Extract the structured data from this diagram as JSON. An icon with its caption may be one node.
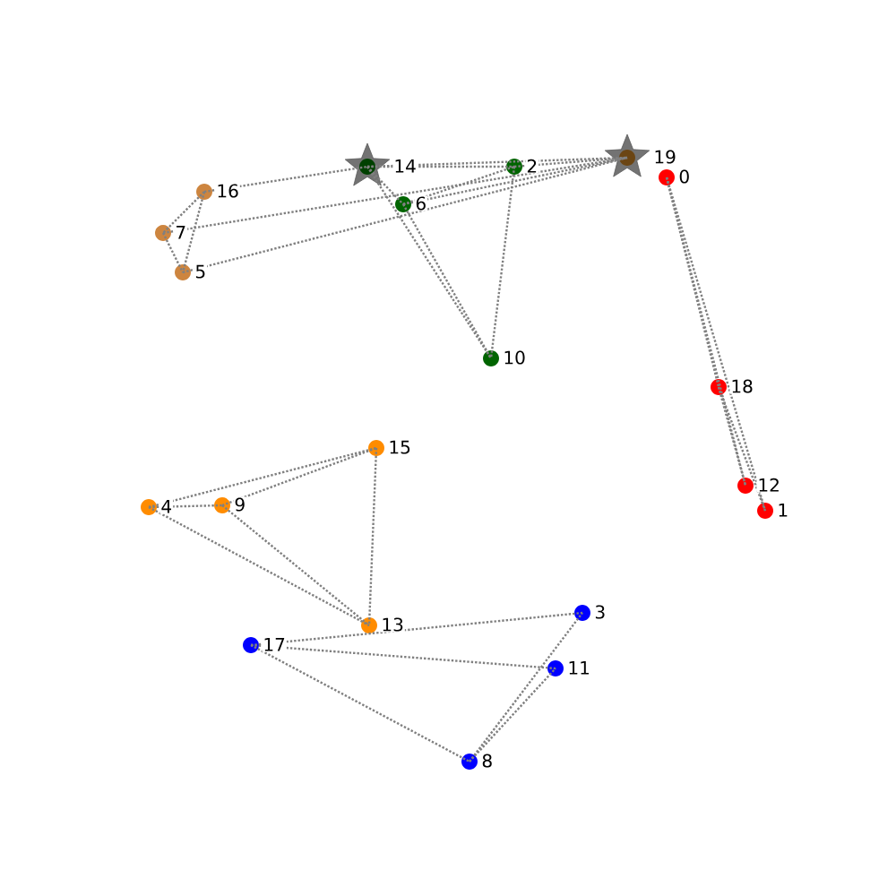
{
  "diagram": {
    "nodes": [
      {
        "text": [],
        "shape": "circle",
        "beside": [
          "0"
        ]
      },
      {
        "text": [],
        "shape": "circle",
        "beside": [
          "1"
        ]
      },
      {
        "text": [],
        "shape": "circle",
        "beside": [
          "2"
        ]
      },
      {
        "text": [],
        "shape": "circle",
        "beside": [
          "3"
        ]
      },
      {
        "text": [],
        "shape": "circle",
        "beside": [
          "4"
        ]
      },
      {
        "text": [],
        "shape": "circle",
        "beside": [
          "5"
        ]
      },
      {
        "text": [],
        "shape": "circle",
        "beside": [
          "6"
        ]
      },
      {
        "text": [],
        "shape": "circle",
        "beside": [
          "7"
        ]
      },
      {
        "text": [],
        "shape": "circle",
        "beside": [
          "8"
        ]
      },
      {
        "text": [],
        "shape": "circle",
        "beside": [
          "9"
        ]
      },
      {
        "text": [],
        "shape": "circle",
        "beside": [
          "10"
        ]
      },
      {
        "text": [],
        "shape": "circle",
        "beside": [
          "11"
        ]
      },
      {
        "text": [],
        "shape": "circle",
        "beside": [
          "12"
        ]
      },
      {
        "text": [],
        "shape": "circle",
        "beside": [
          "13"
        ]
      },
      {
        "text": [],
        "shape": "star",
        "beside": [
          "14"
        ]
      },
      {
        "text": [],
        "shape": "circle",
        "beside": [
          "15"
        ]
      },
      {
        "text": [],
        "shape": "circle",
        "beside": [
          "16"
        ]
      },
      {
        "text": [],
        "shape": "circle",
        "beside": [
          "17"
        ]
      },
      {
        "text": [],
        "shape": "circle",
        "beside": [
          "18"
        ]
      },
      {
        "text": [],
        "shape": "star",
        "beside": [
          "19"
        ]
      }
    ],
    "edges": [
      {
        "from": 0,
        "to": 18,
        "arrow": "none"
      },
      {
        "from": 0,
        "to": 12,
        "arrow": "none"
      },
      {
        "from": 0,
        "to": 1,
        "arrow": "none"
      },
      {
        "from": 18,
        "to": 12,
        "arrow": "none"
      },
      {
        "from": 18,
        "to": 1,
        "arrow": "none"
      },
      {
        "from": 16,
        "to": 14,
        "arrow": "none"
      },
      {
        "from": 16,
        "to": 7,
        "arrow": "none"
      },
      {
        "from": 16,
        "to": 5,
        "arrow": "none"
      },
      {
        "from": 7,
        "to": 5,
        "arrow": "none"
      },
      {
        "from": 7,
        "to": 19,
        "arrow": "none"
      },
      {
        "from": 5,
        "to": 19,
        "arrow": "none"
      },
      {
        "from": 14,
        "to": 2,
        "arrow": "none"
      },
      {
        "from": 14,
        "to": 19,
        "arrow": "none"
      },
      {
        "from": 14,
        "to": 6,
        "arrow": "none"
      },
      {
        "from": 14,
        "to": 10,
        "arrow": "none"
      },
      {
        "from": 6,
        "to": 10,
        "arrow": "none"
      },
      {
        "from": 6,
        "to": 2,
        "arrow": "none"
      },
      {
        "from": 6,
        "to": 19,
        "arrow": "none"
      },
      {
        "from": 2,
        "to": 19,
        "arrow": "none"
      },
      {
        "from": 2,
        "to": 10,
        "arrow": "none"
      },
      {
        "from": 4,
        "to": 9,
        "arrow": "none"
      },
      {
        "from": 4,
        "to": 15,
        "arrow": "none"
      },
      {
        "from": 9,
        "to": 15,
        "arrow": "none"
      },
      {
        "from": 4,
        "to": 13,
        "arrow": "none"
      },
      {
        "from": 9,
        "to": 13,
        "arrow": "none"
      },
      {
        "from": 15,
        "to": 13,
        "arrow": "none"
      },
      {
        "from": 17,
        "to": 3,
        "arrow": "none"
      },
      {
        "from": 17,
        "to": 11,
        "arrow": "none"
      },
      {
        "from": 17,
        "to": 8,
        "arrow": "none"
      },
      {
        "from": 8,
        "to": 3,
        "arrow": "none"
      },
      {
        "from": 8,
        "to": 11,
        "arrow": "none"
      }
    ]
  }
}
